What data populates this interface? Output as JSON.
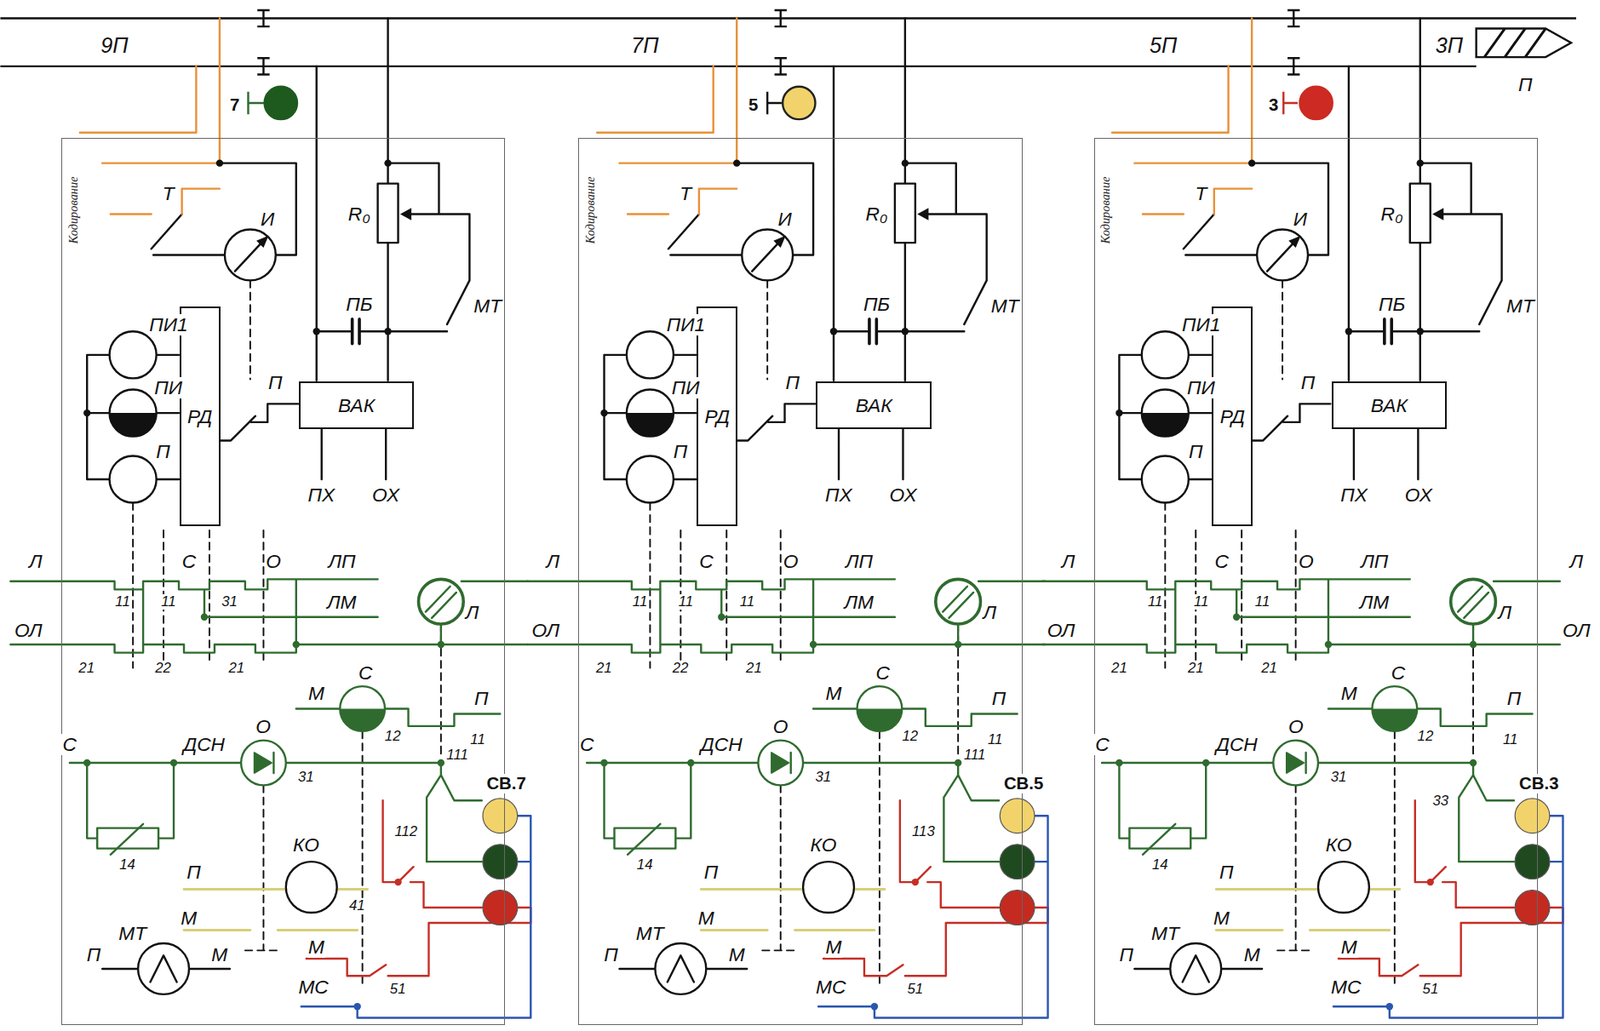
{
  "diagram": {
    "nodes": [
      {
        "text": [
          "Кодирование"
        ]
      },
      {
        "text": [
          "РД"
        ],
        "in": 0
      },
      {
        "text": [
          "ВАК"
        ],
        "in": 0
      },
      {
        "text": [
          "Кодирование"
        ]
      },
      {
        "text": [
          "РД"
        ],
        "in": 3
      },
      {
        "text": [
          "ВАК"
        ],
        "in": 3
      },
      {
        "text": [
          "Кодирование"
        ]
      },
      {
        "text": [
          "РД"
        ],
        "in": 6
      },
      {
        "text": [
          "ВАК"
        ],
        "in": 6
      }
    ],
    "labels": [
      "9П",
      "7П",
      "5П",
      "3П",
      "П",
      "7",
      "5",
      "3",
      "Л",
      "ОЛ",
      "Т",
      "И",
      "R₀",
      "ПБ",
      "МТ",
      "П",
      "ПХ",
      "ОХ",
      "ПИ1",
      "ПИ",
      "П",
      "Л",
      "ОЛ",
      "С",
      "О",
      "ЛП",
      "ЛМ",
      "11",
      "11",
      "31",
      "21",
      "22",
      "21",
      "Л",
      "С",
      "М",
      "П",
      "12",
      "11",
      "О",
      "ДСН",
      "С",
      "31",
      "111",
      "14",
      "СВ.7",
      "112",
      "КО",
      "41",
      "П",
      "М",
      "МТ",
      "П",
      "М",
      "М",
      "МС",
      "51",
      "Т",
      "И",
      "R₀",
      "ПБ",
      "МТ",
      "П",
      "ПХ",
      "ОХ",
      "ПИ1",
      "ПИ",
      "П",
      "Л",
      "ОЛ",
      "С",
      "О",
      "ЛП",
      "ЛМ",
      "11",
      "11",
      "11",
      "21",
      "22",
      "21",
      "Л",
      "С",
      "М",
      "П",
      "12",
      "11",
      "О",
      "ДСН",
      "С",
      "31",
      "111",
      "14",
      "СВ.5",
      "113",
      "КО",
      "П",
      "М",
      "МТ",
      "П",
      "М",
      "М",
      "МС",
      "51",
      "Т",
      "И",
      "R₀",
      "ПБ",
      "МТ",
      "П",
      "ПХ",
      "ОХ",
      "ПИ1",
      "ПИ",
      "П",
      "Л",
      "ОЛ",
      "С",
      "О",
      "ЛП",
      "ЛМ",
      "11",
      "11",
      "11",
      "21",
      "21",
      "21",
      "Л",
      "С",
      "М",
      "П",
      "12",
      "11",
      "О",
      "ДСН",
      "С",
      "31",
      "14",
      "СВ.3",
      "33",
      "КО",
      "П",
      "М",
      "МТ",
      "П",
      "М",
      "М",
      "МС",
      "51"
    ]
  }
}
